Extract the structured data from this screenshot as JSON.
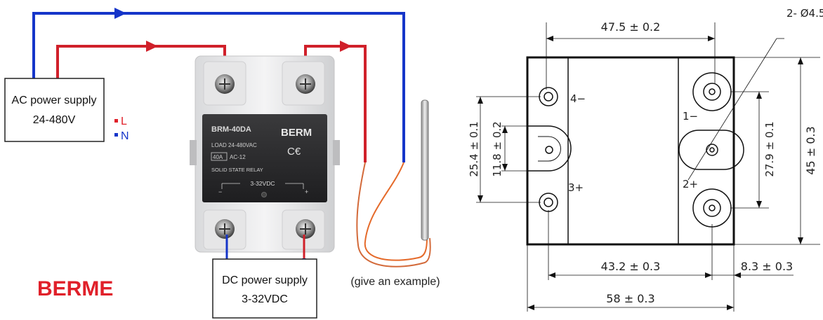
{
  "wiring": {
    "ac_supply": {
      "title": "AC power supply",
      "range": "24-480V"
    },
    "legend": {
      "l": "L",
      "n": "N"
    },
    "relay": {
      "model": "BRM-40DA",
      "brand": "BERM",
      "load": "LOAD 24-480VAC",
      "current": "40A",
      "class": "AC-12",
      "type": "SOLID STATE RELAY",
      "control": "3-32VDC"
    },
    "dc_supply": {
      "title": "DC power supply",
      "range": "3-32VDC"
    },
    "note": "(give an example)",
    "brand": "BERME",
    "colors": {
      "live": "#d0202a",
      "neutral": "#1535c9",
      "brand": "#e0202a"
    }
  },
  "dimensions": {
    "top": "47.5 ± 0.2",
    "holes": "2- Ø4.5",
    "height": "45 ± 0.3",
    "right_spacing": "27.9 ± 0.1",
    "left_spacing": "25.4 ± 0.1",
    "slot": "11.8 ± 0.2",
    "mount": "43.2 ± 0.3",
    "offset": "8.3 ± 0.3",
    "bottom": "58 ± 0.3",
    "terminals": {
      "t1": "1−",
      "t2": "2+",
      "t3": "3+",
      "t4": "4−"
    }
  }
}
